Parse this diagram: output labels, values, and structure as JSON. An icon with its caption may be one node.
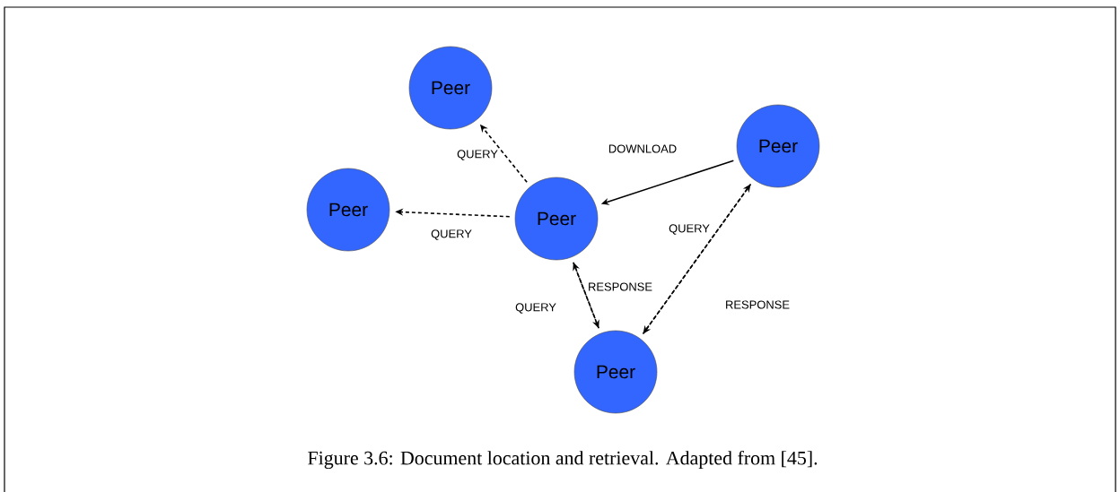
{
  "diagram": {
    "caption": "Figure 3.6: Document location and retrieval. Adapted from [45].",
    "nodes": [
      {
        "text": [
          "Peer"
        ]
      },
      {
        "text": [
          "Peer"
        ]
      },
      {
        "text": [
          "Peer"
        ]
      },
      {
        "text": [
          "Peer"
        ]
      },
      {
        "text": [
          "Peer"
        ]
      }
    ],
    "edges": [
      {
        "from": 2,
        "to": 0,
        "arrow": "to",
        "label": "QUERY",
        "style": "dashed"
      },
      {
        "from": 2,
        "to": 1,
        "arrow": "to",
        "label": "QUERY",
        "style": "dashed"
      },
      {
        "from": 3,
        "to": 2,
        "arrow": "to",
        "label": "DOWNLOAD"
      },
      {
        "from": 2,
        "to": 4,
        "arrow": "to",
        "label": "QUERY",
        "style": "dashed"
      },
      {
        "from": 4,
        "to": 2,
        "arrow": "to",
        "label": "RESPONSE",
        "style": "dashed"
      },
      {
        "from": 4,
        "to": 3,
        "arrow": "to",
        "label": "QUERY",
        "style": "dashed"
      },
      {
        "from": 3,
        "to": 4,
        "arrow": "to",
        "label": "RESPONSE",
        "style": "dashed"
      }
    ]
  }
}
